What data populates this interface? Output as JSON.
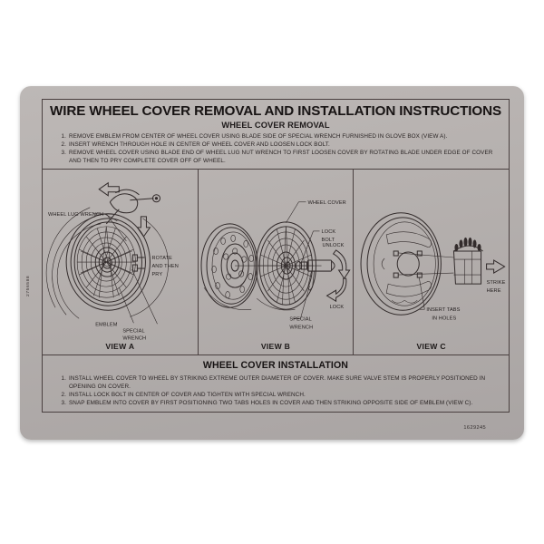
{
  "card": {
    "side_code": "2756588",
    "part_number": "1629245"
  },
  "removal": {
    "main_title": "WIRE WHEEL COVER REMOVAL AND INSTALLATION INSTRUCTIONS",
    "subtitle": "WHEEL COVER REMOVAL",
    "steps": [
      {
        "num": "1.",
        "text": "REMOVE EMBLEM FROM CENTER OF WHEEL COVER USING BLADE SIDE OF SPECIAL WRENCH FURNISHED IN GLOVE BOX (VIEW A)."
      },
      {
        "num": "2.",
        "text": "INSERT WRENCH THROUGH HOLE IN CENTER OF WHEEL COVER AND LOOSEN LOCK BOLT."
      },
      {
        "num": "3.",
        "text": "REMOVE WHEEL COVER USING BLADE END OF WHEEL LUG NUT WRENCH TO FIRST LOOSEN COVER BY ROTATING BLADE UNDER EDGE OF COVER AND THEN TO PRY COMPLETE COVER OFF OF WHEEL."
      }
    ]
  },
  "views": [
    {
      "caption": "VIEW A",
      "labels": {
        "wheel_lug_wrench": "WHEEL LUG WRENCH",
        "rotate_1": "ROTATE",
        "rotate_2": "AND THEN",
        "rotate_3": "PRY",
        "emblem": "EMBLEM",
        "special_wrench_1": "SPECIAL",
        "special_wrench_2": "WRENCH"
      }
    },
    {
      "caption": "VIEW B",
      "labels": {
        "wheel_cover": "WHEEL COVER",
        "lock_bolt_1": "LOCK",
        "lock_bolt_2": "BOLT",
        "unlock": "UNLOCK",
        "lock": "LOCK",
        "special_wrench_1": "SPECIAL",
        "special_wrench_2": "WRENCH"
      }
    },
    {
      "caption": "VIEW C",
      "labels": {
        "strike_here_1": "STRIKE",
        "strike_here_2": "HERE",
        "insert_tabs_1": "INSERT TABS",
        "insert_tabs_2": "IN HOLES"
      }
    }
  ],
  "installation": {
    "title": "WHEEL COVER INSTALLATION",
    "steps": [
      {
        "num": "1.",
        "text": "INSTALL WHEEL COVER TO WHEEL BY STRIKING EXTREME OUTER DIAMETER OF COVER. MAKE SURE VALVE STEM IS PROPERLY POSITIONED IN OPENING ON COVER."
      },
      {
        "num": "2.",
        "text": "INSTALL LOCK BOLT IN CENTER OF COVER AND TIGHTEN WITH SPECIAL WRENCH."
      },
      {
        "num": "3.",
        "text": "SNAP EMBLEM INTO COVER BY FIRST POSITIONING TWO TABS HOLES IN COVER AND THEN STRIKING OPPOSITE SIDE OF EMBLEM (VIEW C)."
      }
    ]
  }
}
